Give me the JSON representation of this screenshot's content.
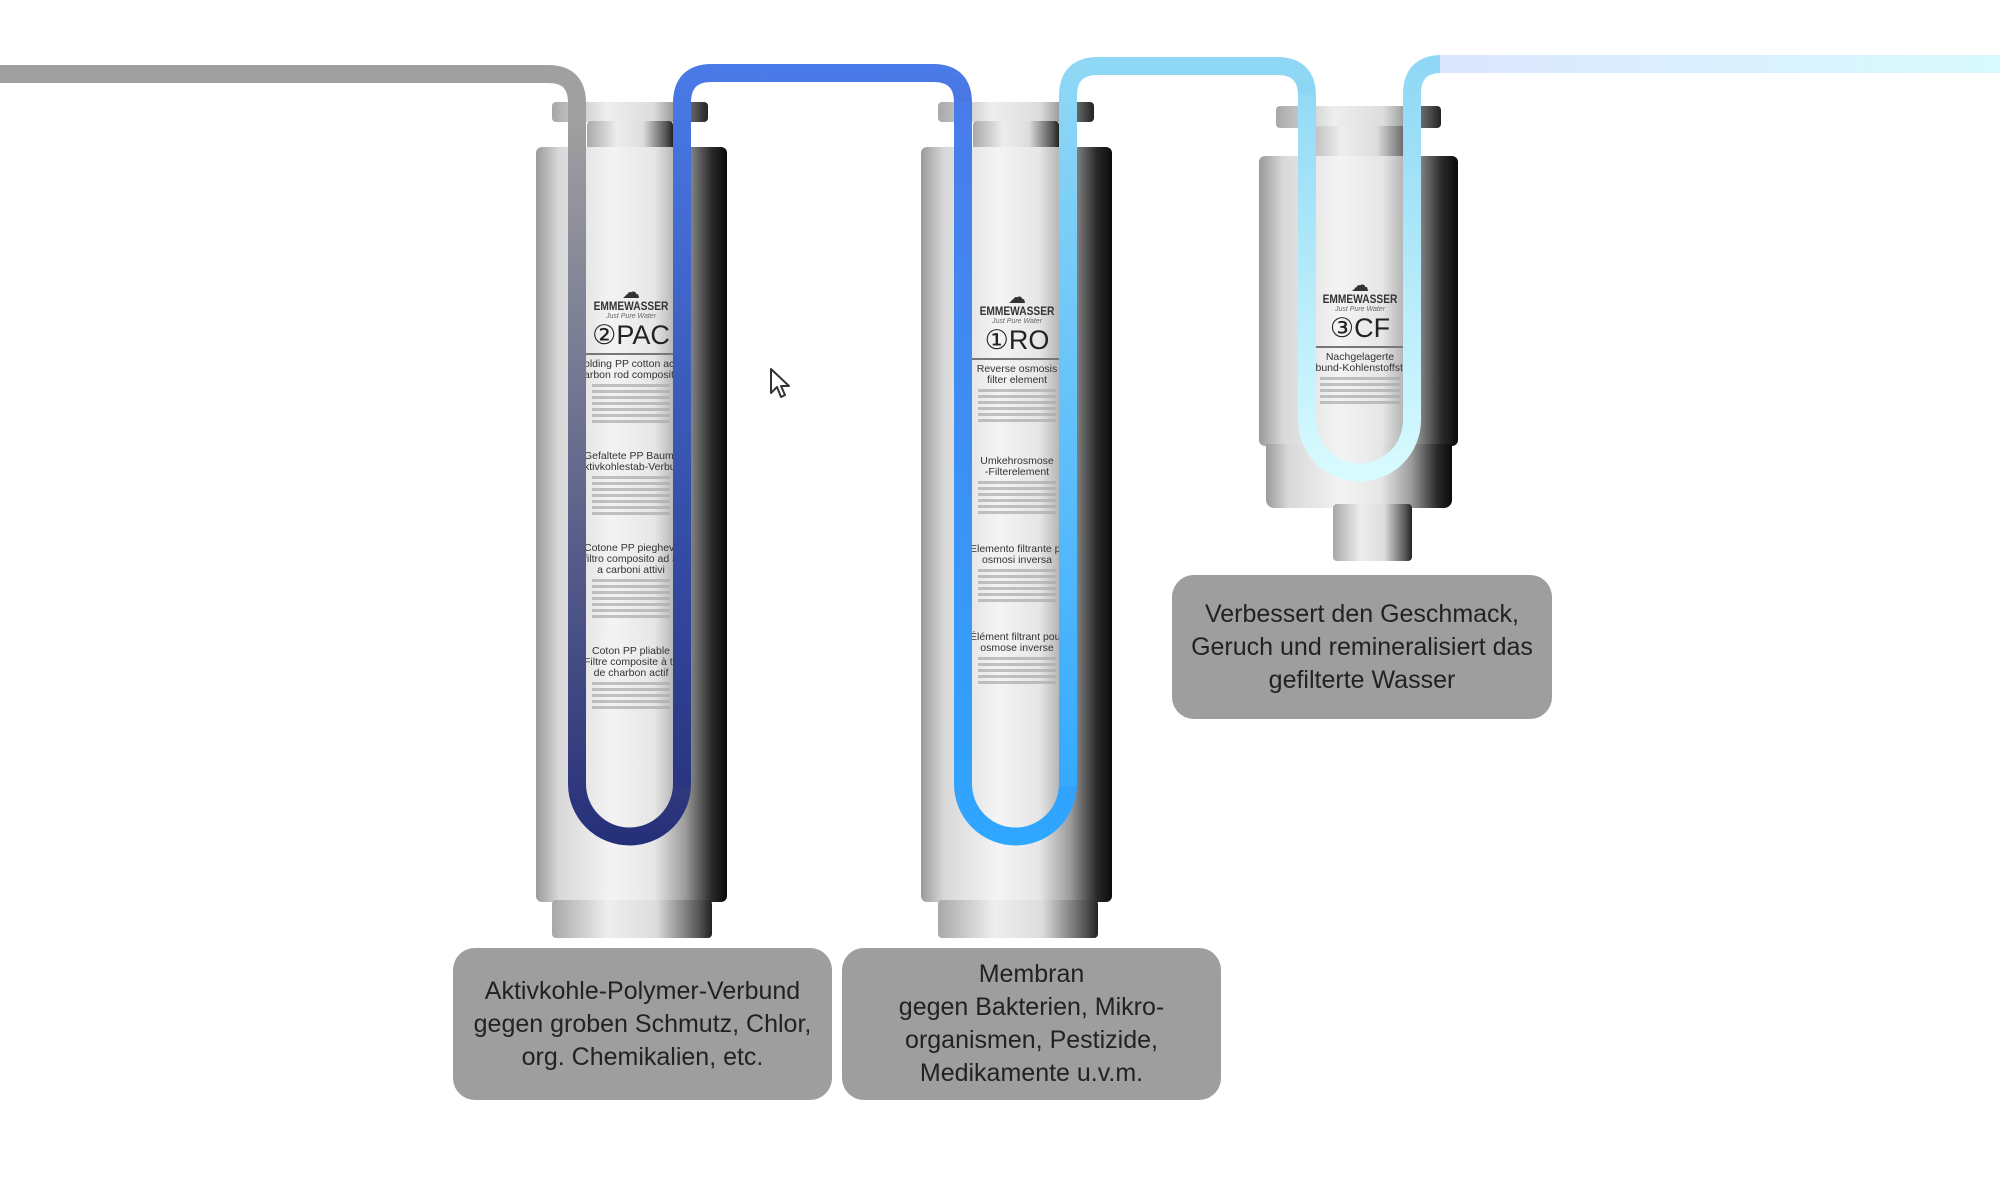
{
  "brand": {
    "name": "EMMEWASSER",
    "tagline": "Just Pure Water"
  },
  "filters": [
    {
      "id": "pac",
      "code": "②PAC",
      "headings": [
        "olding PP cotton activa\narbon rod composite fi",
        "Gefaltete PP Baumwol\nktivkohlestab-Verbundf",
        "Cotone PP pieghevol\nfiltro composito ad ast\na carboni attivi",
        "Coton PP pliable\nFiltre composite à tige\nde charbon actif"
      ]
    },
    {
      "id": "ro",
      "code": "①RO",
      "headings": [
        "Reverse osmosis\nfilter element",
        "Umkehrosmose\n-Filterelement",
        "Elemento filtrante per\nosmosi inversa",
        "Élément filtrant pour\nosmose inverse"
      ]
    },
    {
      "id": "cf",
      "code": "③CF",
      "headings": [
        "Nachgelagerte\nrbund-Kohlenstoffstang"
      ]
    }
  ],
  "descriptions": {
    "pac": "Aktivkohle-Polymer-Verbund\ngegen groben Schmutz, Chlor,\norg. Chemikalien, etc.",
    "ro": "Membran\ngegen Bakterien, Mikro-\norganismen, Pestizide,\nMedikamente u.v.m.",
    "cf": "Verbessert den Geschmack,\nGeruch und remineralisiert das\ngefilterte Wasser"
  },
  "colors": {
    "pipe_in": "#a0a0a0",
    "pac": "#27307a",
    "ro_in": "#4a7ae8",
    "ro": "#2fa6ff",
    "cf_in": "#8fd8f5",
    "out": "#daf8fc",
    "box": "#9e9e9e"
  }
}
